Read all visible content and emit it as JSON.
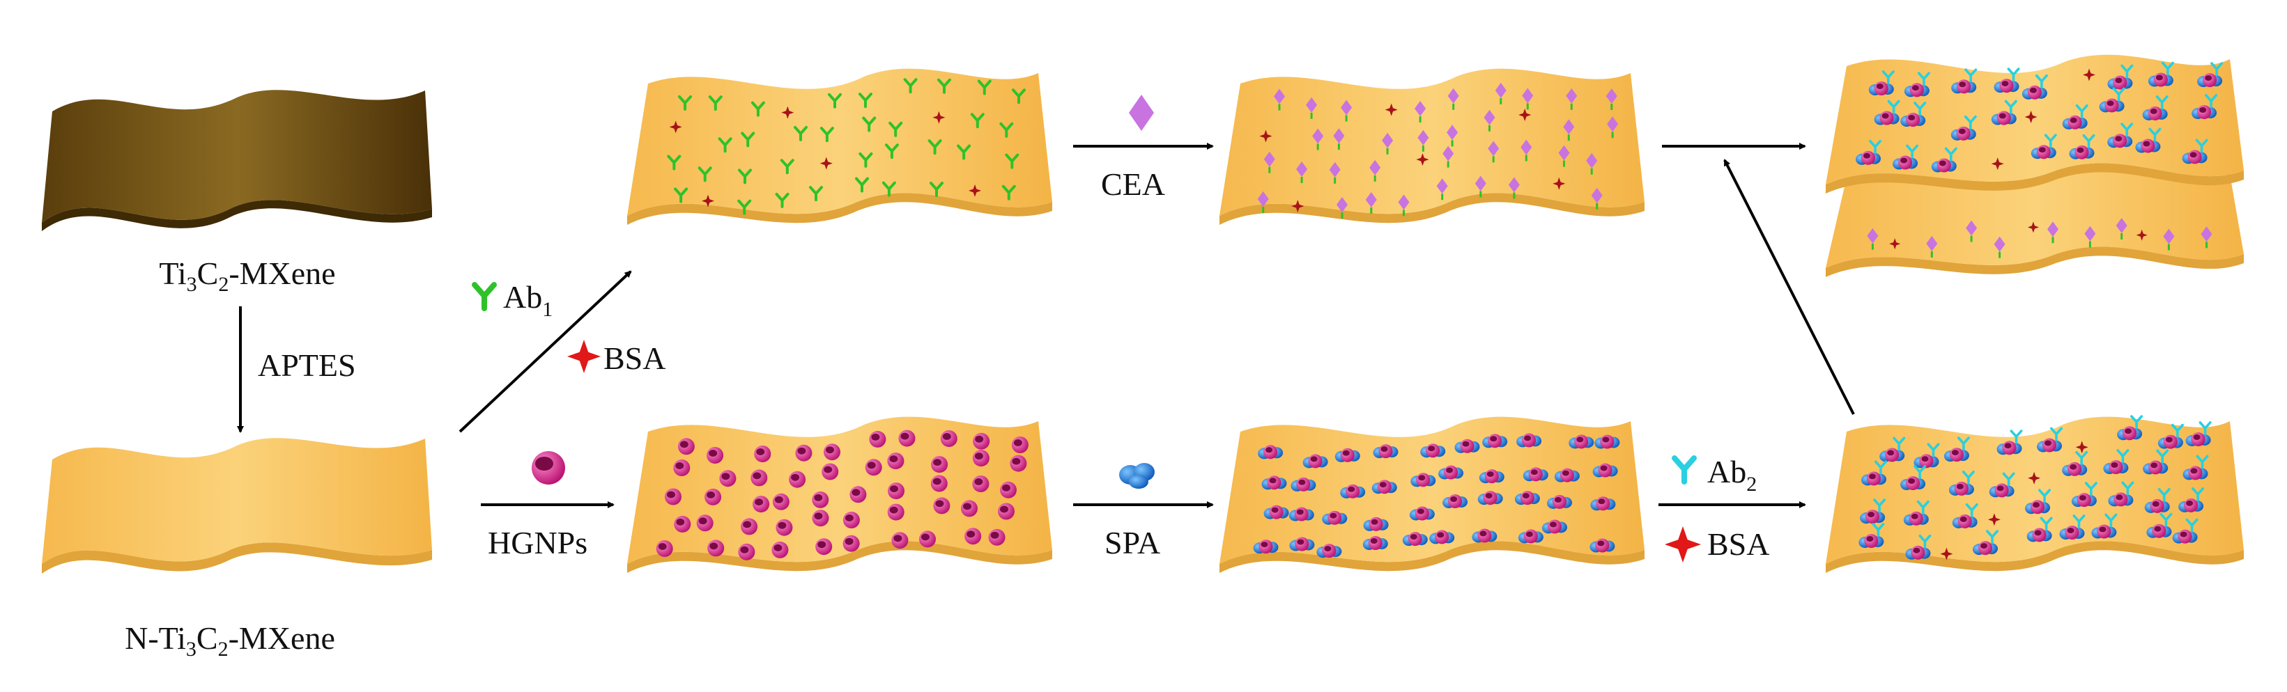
{
  "title": "",
  "colors": {
    "mxene_dark": "#6b4d14",
    "mxene_dark_edge": "#3e2a05",
    "mxene_light": "#f7c35e",
    "mxene_light_edge": "#e0a43a",
    "ab1": "#2ec22a",
    "bsa": "#e01818",
    "bsa_on_sheet": "#a8121a",
    "cea": "#c873e0",
    "hgnp": "#e0369a",
    "spa": "#1f7fe0",
    "ab2": "#28d0e0",
    "arrow": "#000000"
  },
  "labels": {
    "mxene_base": "Ti",
    "mxene_sub1": "3",
    "mxene_mid": "C",
    "mxene_sub2": "2",
    "mxene_tail": "-MXene",
    "nmxene_head": "N-Ti",
    "aptes": "APTES",
    "ab1_base": "Ab",
    "ab1_sub": "1",
    "bsa_top": "BSA",
    "hgnps": "HGNPs",
    "cea": "CEA",
    "spa": "SPA",
    "ab2_base": "Ab",
    "ab2_sub": "2",
    "bsa_bottom": "BSA"
  },
  "icons": {
    "ab1_legend": "antibody-y-icon",
    "bsa_legend": "four-point-star-icon",
    "cea_legend": "diamond-icon",
    "hgnp_legend": "hollow-sphere-icon",
    "spa_legend": "protein-blob-icon",
    "ab2_legend": "antibody-y-icon"
  }
}
